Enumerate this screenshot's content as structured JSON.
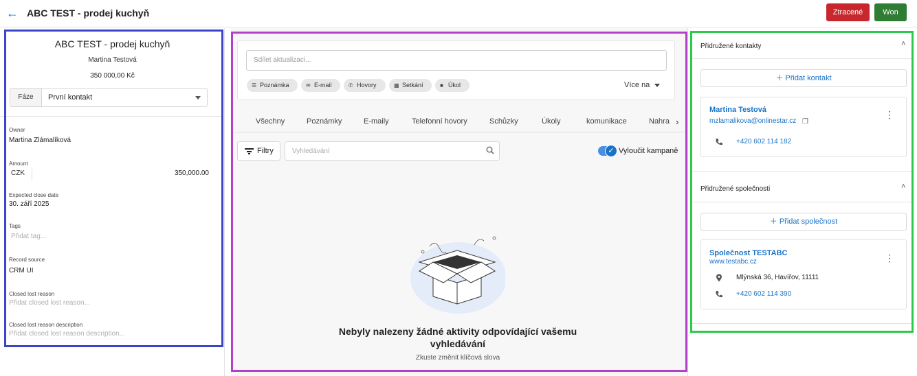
{
  "header": {
    "title": "ABC TEST - prodej kuchyň",
    "lost_label": "Ztracené",
    "won_label": "Won"
  },
  "deal": {
    "name": "ABC TEST - prodej kuchyň",
    "owner": "Martina Testová",
    "amount": "350 000,00 Kč",
    "phase_label": "Fáze",
    "phase_value": "První kontakt"
  },
  "fields": {
    "owner_label": "Owner",
    "owner_value": "Martina Zlámalíková",
    "amount_label": "Amount",
    "amount_currency": "CZK",
    "amount_value": "350,000.00",
    "close_date_label": "Expected close date",
    "close_date_value": "30. září 2025",
    "tags_label": "Tags",
    "tags_placeholder": "Přidat tag...",
    "source_label": "Record source",
    "source_value": "CRM UI",
    "lost_reason_label": "Closed lost reason",
    "lost_reason_placeholder": "Přidat closed lost reason...",
    "lost_desc_label": "Closed lost reason description",
    "lost_desc_placeholder": "Přidat closed lost reason description..."
  },
  "composer": {
    "placeholder": "Sdílet aktualizaci...",
    "chips": [
      "Poznámka",
      "E-mail",
      "Hovory",
      "Setkání",
      "Úkol"
    ],
    "more_label": "Více na"
  },
  "tabs": [
    "Všechny",
    "Poznámky",
    "E-maily",
    "Telefonní hovory",
    "Schůzky",
    "Úkoly",
    "komunikace",
    "Nahra"
  ],
  "toolbar": {
    "filter_label": "Filtry",
    "search_placeholder": "Vyhledávání",
    "exclude_label": "Vyloučit kampaně"
  },
  "empty": {
    "title": "Nebyly nalezeny žádné aktivity odpovídající vašemu vyhledávání",
    "subtitle": "Zkuste změnit klíčová slova"
  },
  "contacts": {
    "title": "Přidružené kontakty",
    "add_label": "Přidat kontakt",
    "name": "Martina Testová",
    "email": "mzlamalikova@onlinestar.cz",
    "phone": "+420 602 114 182"
  },
  "companies": {
    "title": "Přidružené společnosti",
    "add_label": "Přidat společnost",
    "name": "Společnost TESTABC",
    "web": "www.testabc.cz",
    "address": "Mlýnská 36, Havířov, 11111",
    "phone": "+420 602 114 390"
  },
  "colors": {
    "accent": "#1a73c8",
    "lost": "#c8282d",
    "won": "#2e7d32",
    "outline_left": "#3a45c8",
    "outline_center": "#b43fc8",
    "outline_right": "#2ec84a"
  }
}
